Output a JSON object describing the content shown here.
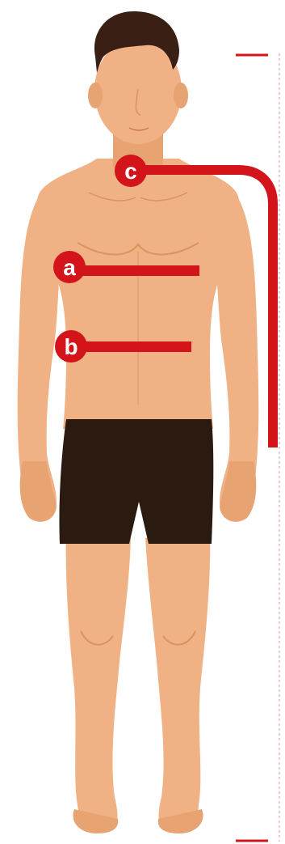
{
  "colors": {
    "background": "#ffffff",
    "skin": "#f0b184",
    "skin_shadow": "#d9935f",
    "skin_light": "#f6c7a2",
    "hair": "#3a1f14",
    "shorts": "#2b1a10",
    "measure": "#d3151b",
    "scale_line": "#f1c9c9"
  },
  "markers": {
    "a": "a",
    "b": "b",
    "c": "c"
  }
}
